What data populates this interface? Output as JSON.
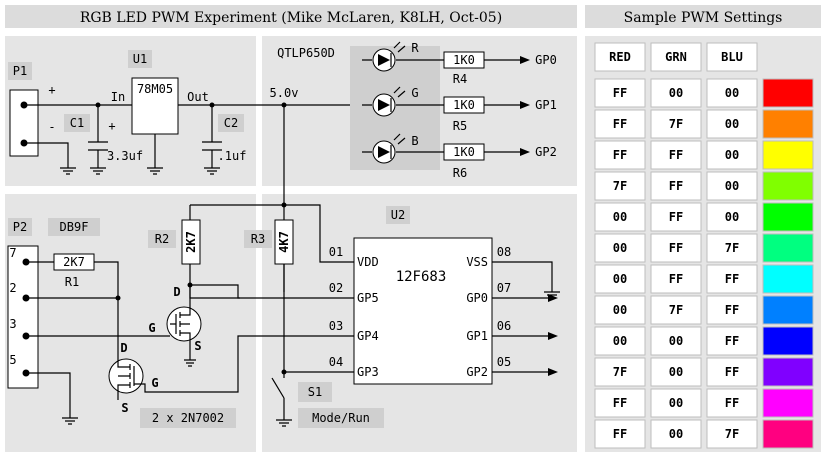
{
  "title": "RGB LED PWM Experiment (Mike McLaren, K8LH, Oct-05)",
  "table_title": "Sample PWM Settings",
  "headers": [
    "RED",
    "GRN",
    "BLU"
  ],
  "rows": [
    {
      "r": "FF",
      "g": "00",
      "b": "00",
      "color": "#ff0000"
    },
    {
      "r": "FF",
      "g": "7F",
      "b": "00",
      "color": "#ff8000"
    },
    {
      "r": "FF",
      "g": "FF",
      "b": "00",
      "color": "#ffff00"
    },
    {
      "r": "7F",
      "g": "FF",
      "b": "00",
      "color": "#80ff00"
    },
    {
      "r": "00",
      "g": "FF",
      "b": "00",
      "color": "#00ff00"
    },
    {
      "r": "00",
      "g": "FF",
      "b": "7F",
      "color": "#00ff80"
    },
    {
      "r": "00",
      "g": "FF",
      "b": "FF",
      "color": "#00ffff"
    },
    {
      "r": "00",
      "g": "7F",
      "b": "FF",
      "color": "#0080ff"
    },
    {
      "r": "00",
      "g": "00",
      "b": "FF",
      "color": "#0000ff"
    },
    {
      "r": "7F",
      "g": "00",
      "b": "FF",
      "color": "#8000ff"
    },
    {
      "r": "FF",
      "g": "00",
      "b": "FF",
      "color": "#ff00ff"
    },
    {
      "r": "FF",
      "g": "00",
      "b": "7F",
      "color": "#ff0080"
    }
  ],
  "labels": {
    "p1": "P1",
    "u1": "U1",
    "u1_part": "78M05",
    "u1_in": "In",
    "u1_out": "Out",
    "plus": "+",
    "minus": "-",
    "c1": "C1",
    "c1_plus": "+",
    "c1_val": "3.3uf",
    "c2": "C2",
    "c2_val": ".1uf",
    "led_part": "QTLP650D",
    "vcc": "5.0v",
    "led_r": "R",
    "led_g": "G",
    "led_b": "B",
    "r4_val": "1K0",
    "r4": "R4",
    "r5_val": "1K0",
    "r5": "R5",
    "r6_val": "1K0",
    "r6": "R6",
    "gp0_out": "GP0",
    "gp1_out": "GP1",
    "gp2_out": "GP2",
    "p2": "P2",
    "db9f": "DB9F",
    "pin7": "7",
    "pin2": "2",
    "pin3": "3",
    "pin5": "5",
    "r1_val": "2K7",
    "r1": "R1",
    "r2": "R2",
    "r2_val": "2K7",
    "r3": "R3",
    "r3_val": "4K7",
    "u2": "U2",
    "u2_part": "12F683",
    "vdd": "VDD",
    "gp5": "GP5",
    "gp4": "GP4",
    "gp3": "GP3",
    "vss": "VSS",
    "gp0": "GP0",
    "gp1": "GP1",
    "gp2": "GP2",
    "p01": "01",
    "p02": "02",
    "p03": "03",
    "p04": "04",
    "p08": "08",
    "p07": "07",
    "p06": "06",
    "p05": "05",
    "q_d1": "D",
    "q_g1": "G",
    "q_s1": "S",
    "q_d2": "D",
    "q_g2": "G",
    "q_s2": "S",
    "q_part": "2 x 2N7002",
    "s1": "S1",
    "s1_label": "Mode/Run"
  }
}
